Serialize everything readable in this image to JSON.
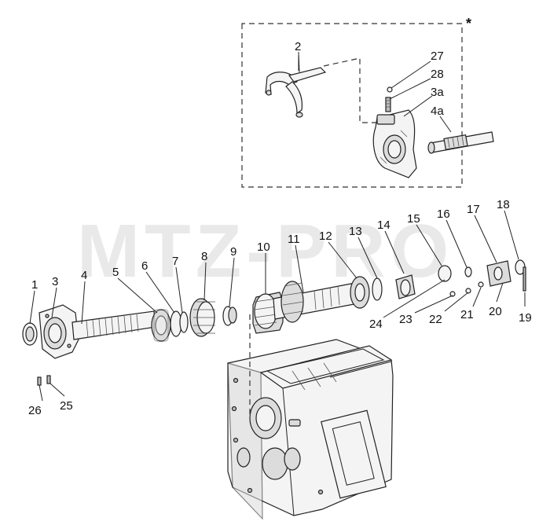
{
  "watermark": "MTZ-PRO",
  "inset_marker": "*",
  "callouts": {
    "c1": "1",
    "c2": "2",
    "c3": "3",
    "c3a": "3a",
    "c4": "4",
    "c4a": "4a",
    "c5": "5",
    "c6": "6",
    "c7": "7",
    "c8": "8",
    "c9": "9",
    "c10": "10",
    "c11": "11",
    "c12": "12",
    "c13": "13",
    "c14": "14",
    "c15": "15",
    "c16": "16",
    "c17": "17",
    "c18": "18",
    "c19": "19",
    "c20": "20",
    "c21": "21",
    "c22": "22",
    "c23": "23",
    "c24": "24",
    "c25": "25",
    "c26": "26",
    "c27": "27",
    "c28": "28"
  }
}
